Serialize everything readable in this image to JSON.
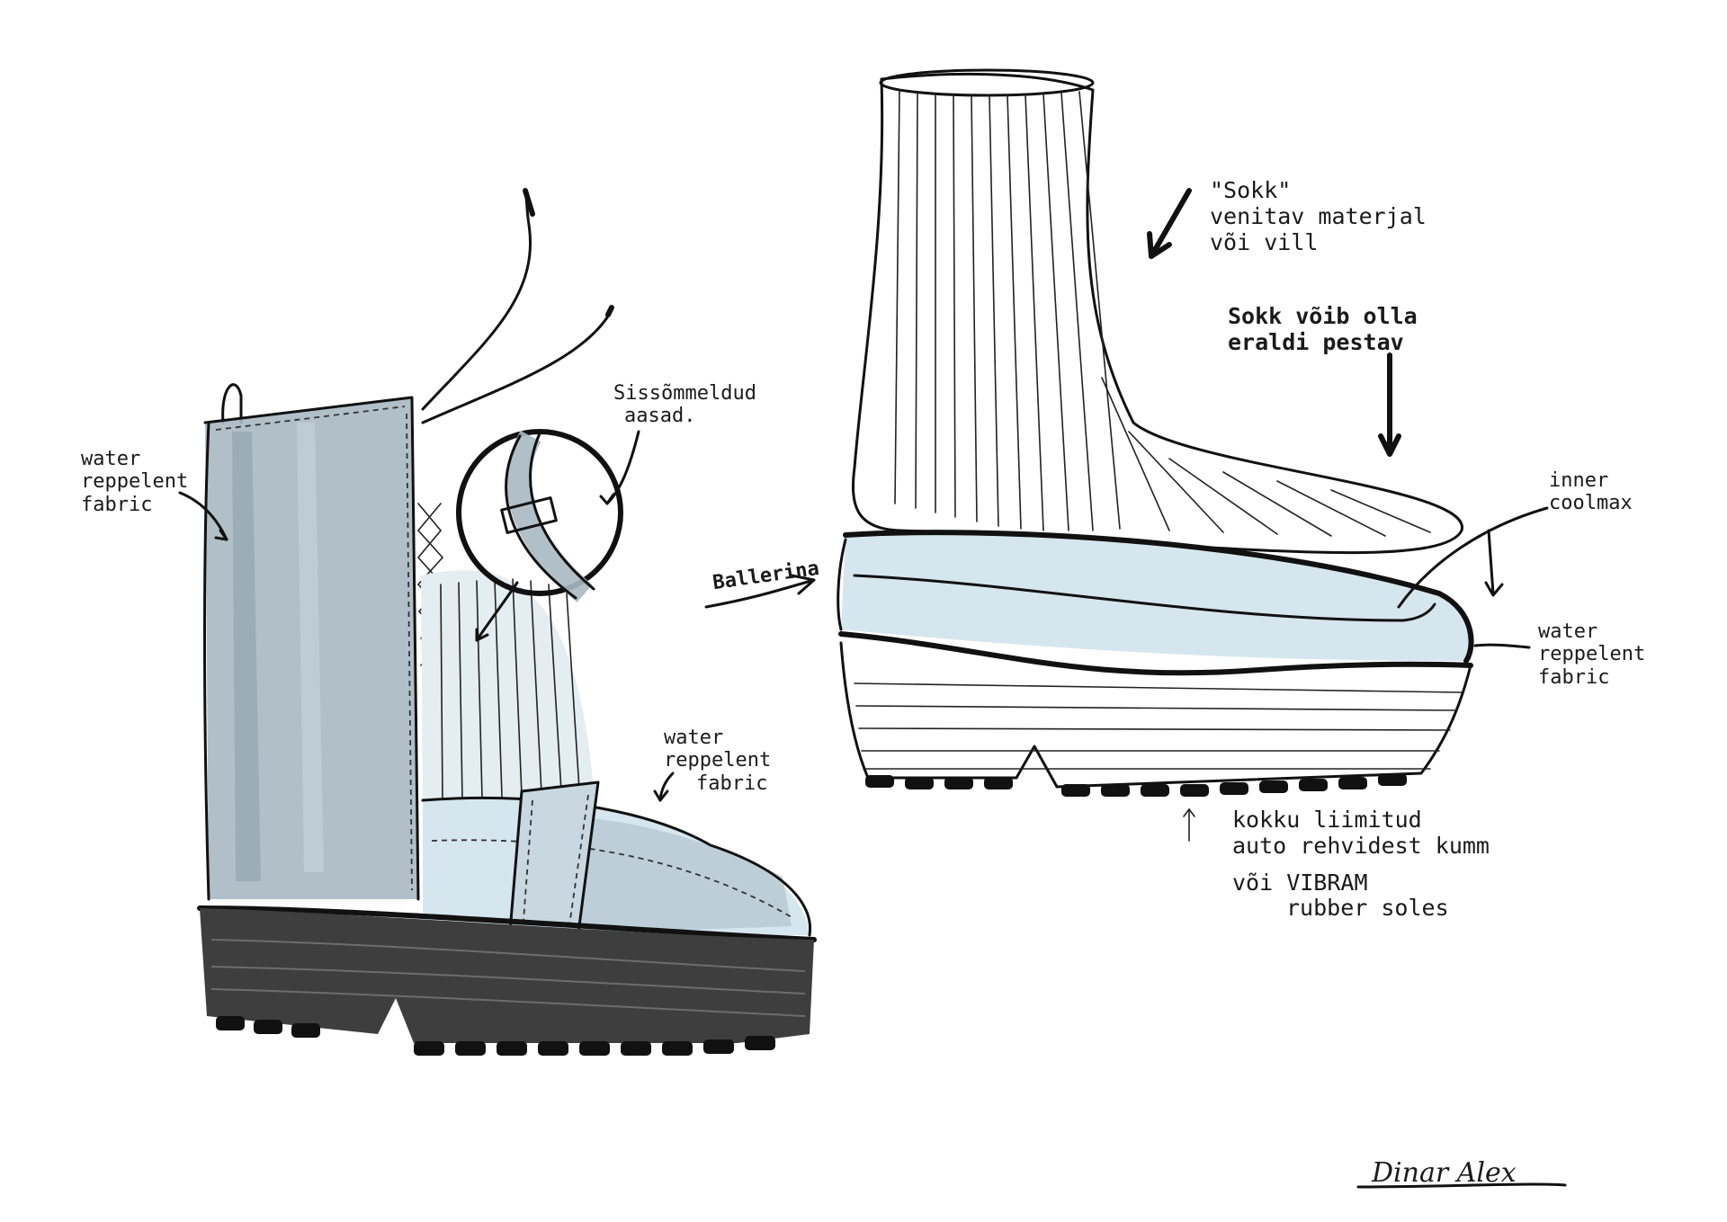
{
  "sheet": {
    "illustrations": [
      "boot-sketch",
      "sock-and-clog-sketch"
    ],
    "colors": {
      "ink": "#111111",
      "marker_blue_grey": "#a7b8c2",
      "marker_light_blue": "#d6e6ee",
      "sole_dark_grey": "#3e3e3e",
      "paper": "#ffffff"
    }
  },
  "boot_annotations": {
    "upper_fabric": [
      "water",
      "reppelent",
      "fabric"
    ],
    "loops": [
      "Sissõmmeldud",
      "aasad."
    ],
    "toe_fabric": [
      "water",
      "reppelent",
      "fabric"
    ]
  },
  "middle_annotations": {
    "ballerina": "Ballerina"
  },
  "sock_annotations": {
    "sock_material": [
      "\"Sokk\"",
      "venitav materjal",
      "või vill"
    ],
    "sock_washable": [
      "Sokk võib olla",
      "eraldi pestav"
    ],
    "inner": [
      "inner",
      "coolmax"
    ],
    "clog_fabric": [
      "water",
      "reppelent",
      "fabric"
    ],
    "sole": [
      "kokku liimitud",
      "auto rehvidest kumm",
      "või VIBRAM",
      "rubber soles"
    ]
  },
  "signature": {
    "text": "Dinar Alex"
  }
}
